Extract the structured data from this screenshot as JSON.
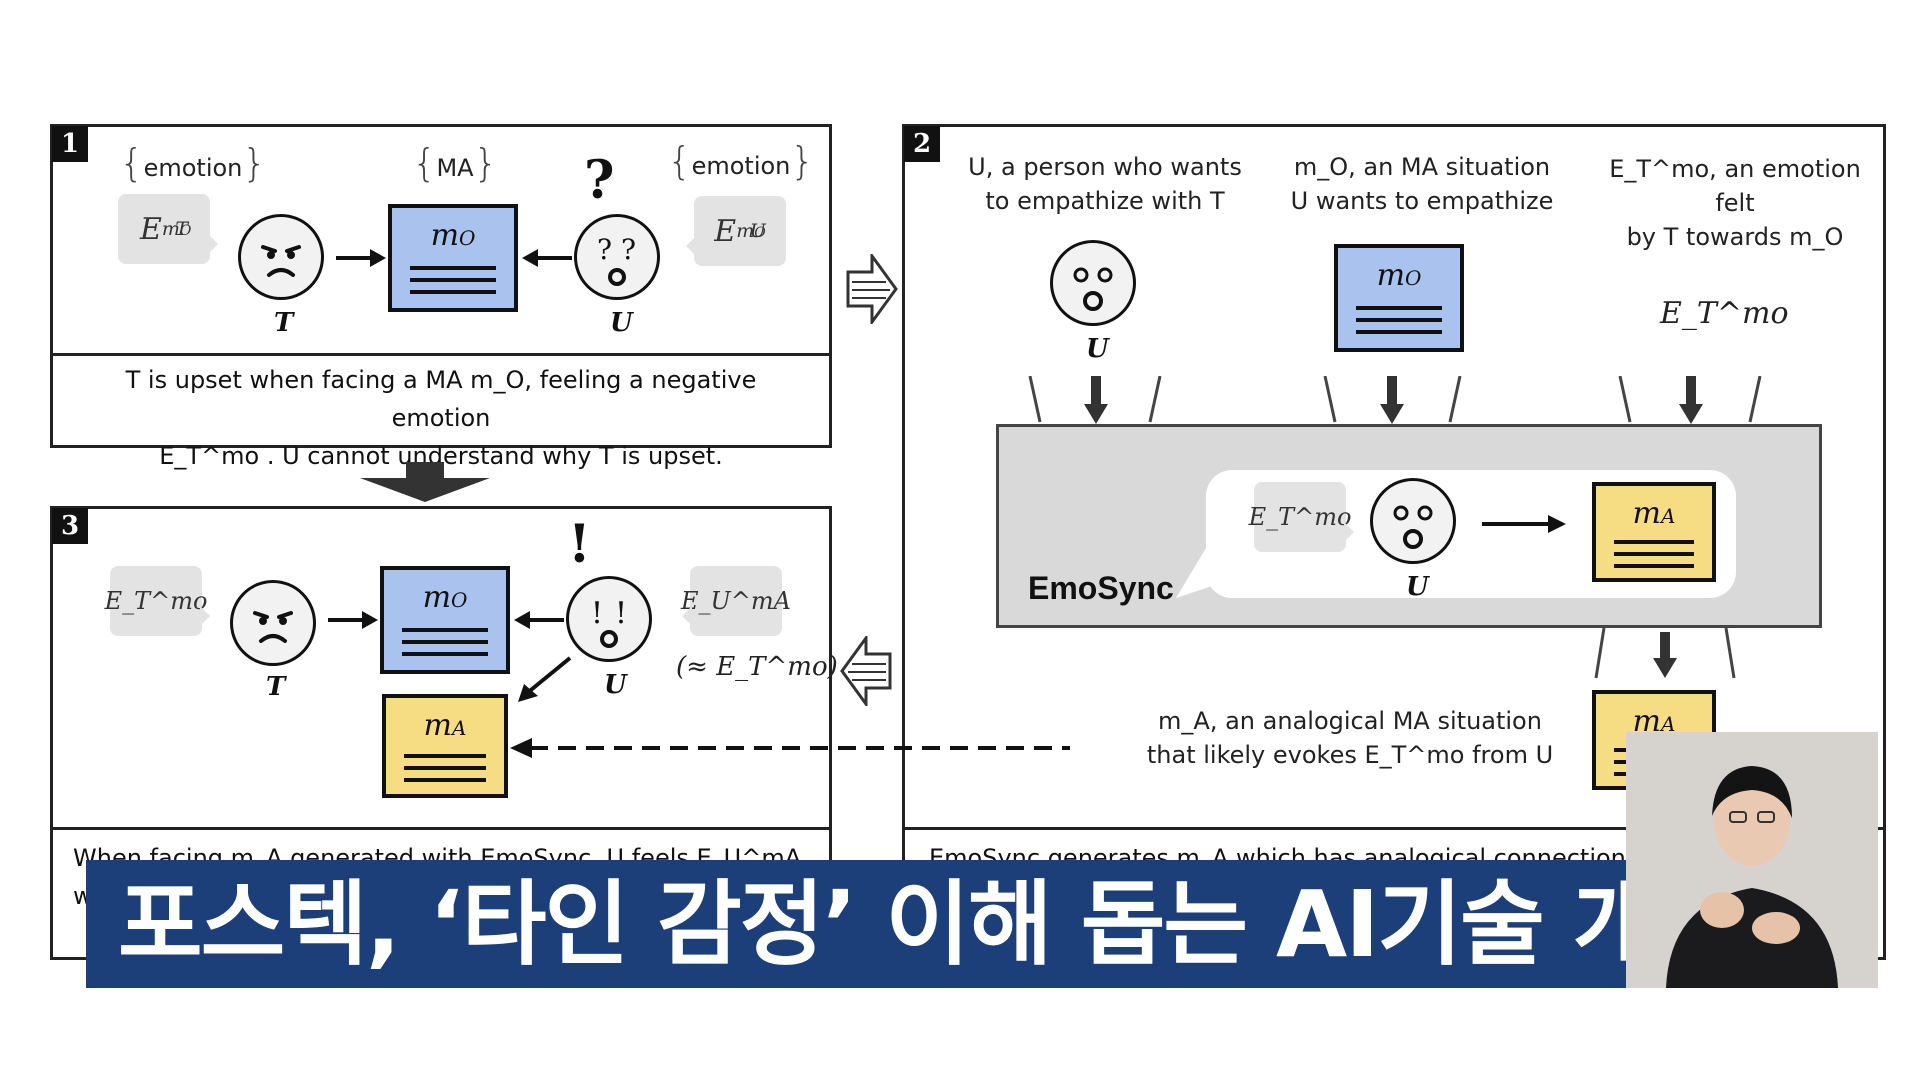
{
  "panel1": {
    "number": "1",
    "label_emotion_left": "emotion",
    "label_ma": "MA",
    "label_emotion_right": "emotion",
    "bubble_T": {
      "base": "E",
      "sup": "m",
      "supsub": "O",
      "sub": "T"
    },
    "bubble_U": {
      "base": "E",
      "sup": "m",
      "supsub": "O",
      "sub": "U"
    },
    "doc_mo": {
      "base": "m",
      "sub": "O"
    },
    "face_T": "T",
    "face_U": "U",
    "question_mark": "?",
    "caption_line1": "T is upset when facing a MA m_O, feeling a negative emotion",
    "caption_line2": "E_T^mo . U cannot understand why T is upset."
  },
  "panel2": {
    "number": "2",
    "label_u_line1": "U, a person who wants",
    "label_u_line2": "to empathize with T",
    "label_mo_line1": "m_O, an MA situation",
    "label_mo_line2": "U wants to empathize",
    "label_e_line1": "E_T^mo, an emotion felt",
    "label_e_line2": "by T towards m_O",
    "face_U": "U",
    "doc_mo": {
      "base": "m",
      "sub": "O"
    },
    "expr_E": "E_T^mo",
    "system_name": "EmoSync",
    "inner_bubble": "E_T^mo",
    "inner_face": "U",
    "doc_ma": {
      "base": "m",
      "sub": "A"
    },
    "label_ma_line1": "m_A, an analogical MA situation",
    "label_ma_line2": "that likely evokes E_T^mo from U",
    "caption_partial": "EmoSync generates m_A which has analogical connections to"
  },
  "panel3": {
    "number": "3",
    "bubble_T": "E_T^mo",
    "bubble_U": "E_U^mA",
    "approx_text": "(≈ E_T^mo)",
    "face_T": "T",
    "face_U": "U",
    "exclaim": "!",
    "doc_mo": {
      "base": "m",
      "sub": "O"
    },
    "doc_ma": {
      "base": "m",
      "sub": "A"
    },
    "caption_partial": "When facing m_A generated with EmoSync, U feels E_U^mA, which"
  },
  "banner": {
    "headline": "포스텍, ‘타인 감정’ 이해 돕는 AI기술 개발"
  },
  "colors": {
    "doc_blue": "#a9c3ee",
    "doc_yellow": "#f6dd84",
    "banner_blue": "#1c3f7a",
    "emosync_gray": "#d9d9d9"
  },
  "icons": {
    "angry_face": "angry-face-icon",
    "confused_face": "confused-face-icon",
    "surprised_face": "surprised-face-icon",
    "document": "document-icon",
    "arrow": "arrow-icon"
  }
}
